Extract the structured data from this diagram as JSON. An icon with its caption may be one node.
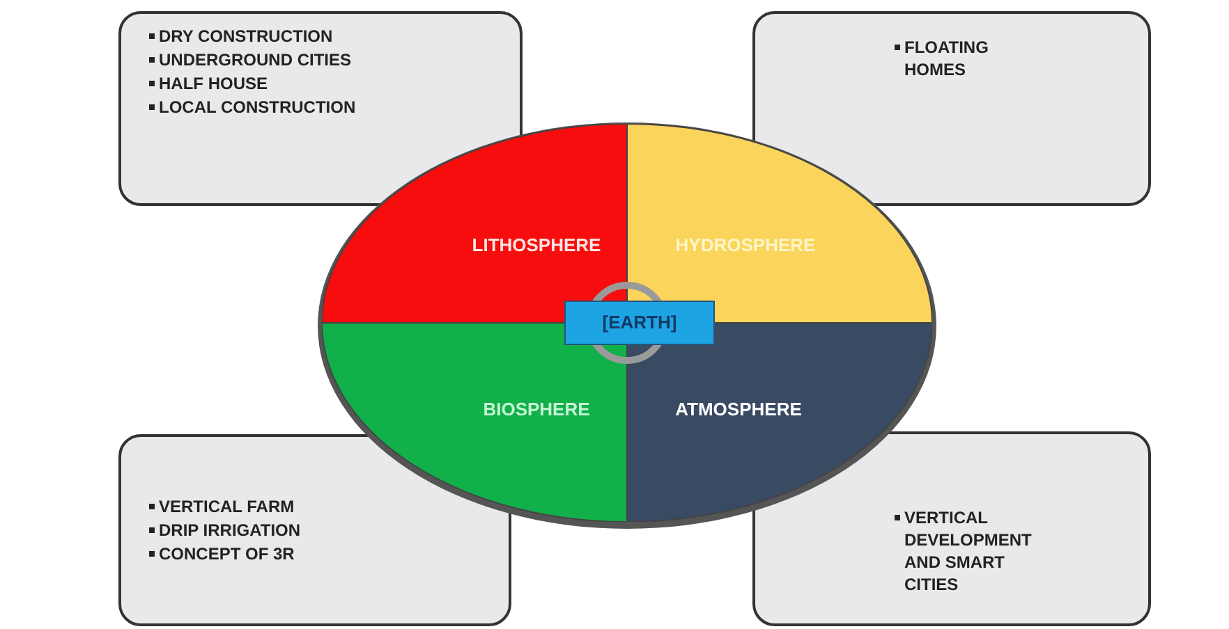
{
  "diagram": {
    "nodes": [
      {
        "text": [
          "DRY CONSTRUCTION",
          "UNDERGROUND CITIES",
          "HALF HOUSE",
          "LOCAL CONSTRUCTION"
        ]
      },
      {
        "text": [
          "FLOATING HOMES"
        ]
      },
      {
        "text": [
          "VERTICAL FARM",
          "DRIP IRRIGATION",
          "CONCEPT OF 3R"
        ]
      },
      {
        "text": [
          "VERTICAL DEVELOPMENT AND SMART CITIES"
        ]
      },
      {
        "text": [
          "LITHOSPHERE"
        ]
      },
      {
        "text": [
          "HYDROSPHERE"
        ]
      },
      {
        "text": [
          "BIOSPHERE"
        ]
      },
      {
        "text": [
          "ATMOSPHERE"
        ]
      },
      {
        "text": [
          "[EARTH]"
        ]
      }
    ]
  }
}
